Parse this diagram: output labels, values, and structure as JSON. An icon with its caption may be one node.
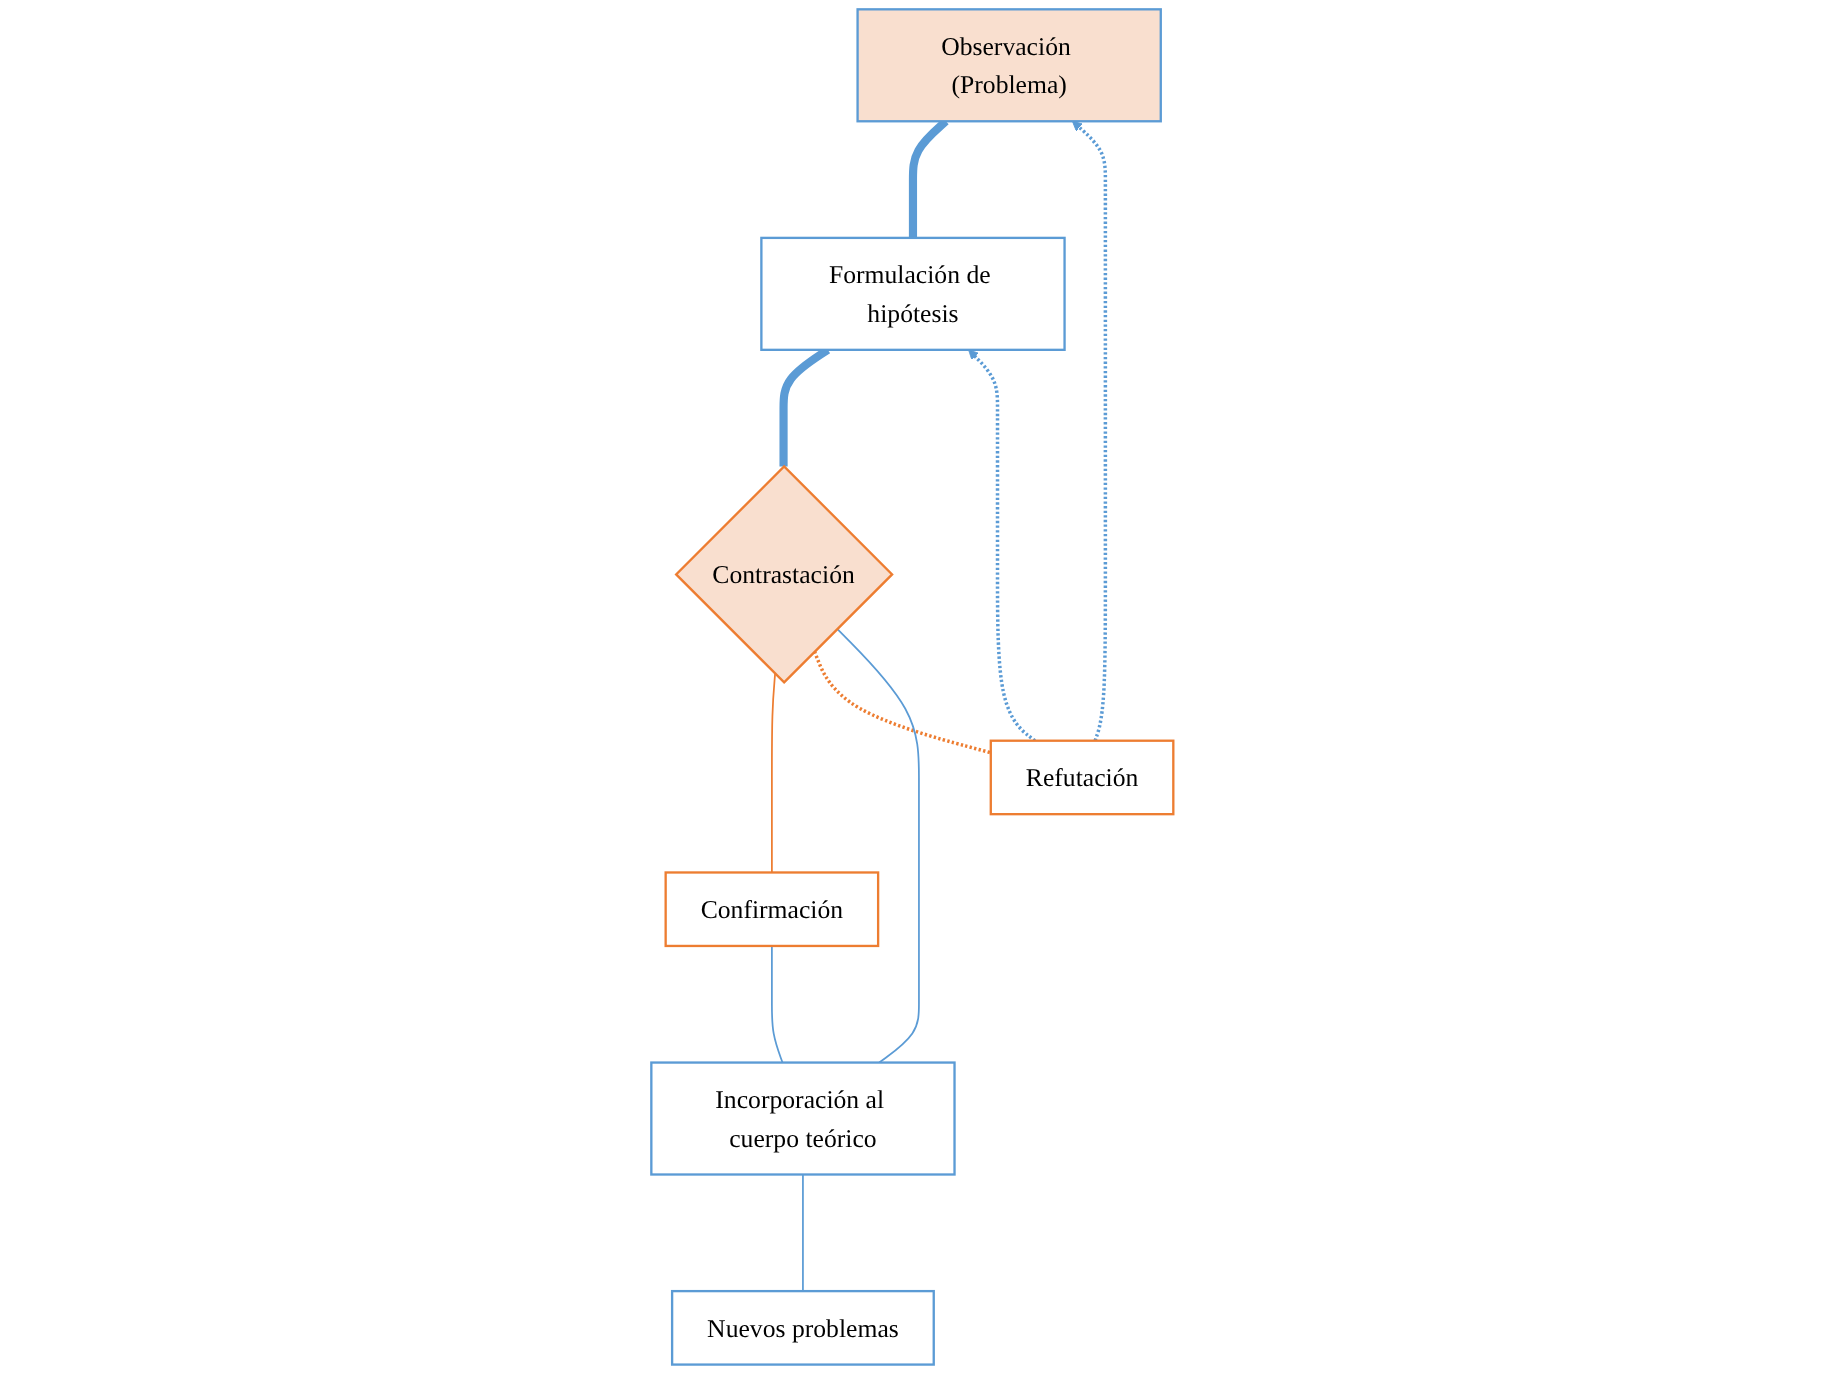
{
  "diagram": {
    "nodes": [
      {
        "text": [
          "Observación (Problema)"
        ]
      },
      {
        "text": [
          "Formulación de hipótesis"
        ]
      },
      {
        "text": [
          "Contrastación"
        ]
      },
      {
        "text": [
          "Confirmación"
        ]
      },
      {
        "text": [
          "Refutación"
        ]
      },
      {
        "text": [
          "Incorporación al cuerpo teórico"
        ]
      },
      {
        "text": [
          "Nuevos problemas"
        ]
      }
    ],
    "edges": [
      {
        "from": 0,
        "to": 1,
        "arrow": "none",
        "style": "thick"
      },
      {
        "from": 1,
        "to": 2,
        "arrow": "none",
        "style": "thick"
      },
      {
        "from": 2,
        "to": 3,
        "arrow": "none",
        "color": "#ed7d31"
      },
      {
        "from": 2,
        "to": 4,
        "arrow": "none",
        "style": "dashed",
        "color": "#ed7d31"
      },
      {
        "from": 4,
        "to": 0,
        "arrow": "to",
        "style": "dashed"
      },
      {
        "from": 4,
        "to": 1,
        "arrow": "to",
        "style": "dashed"
      },
      {
        "from": 2,
        "to": 5,
        "arrow": "none"
      },
      {
        "from": 3,
        "to": 5,
        "arrow": "none"
      },
      {
        "from": 5,
        "to": 6,
        "arrow": "none"
      }
    ]
  }
}
